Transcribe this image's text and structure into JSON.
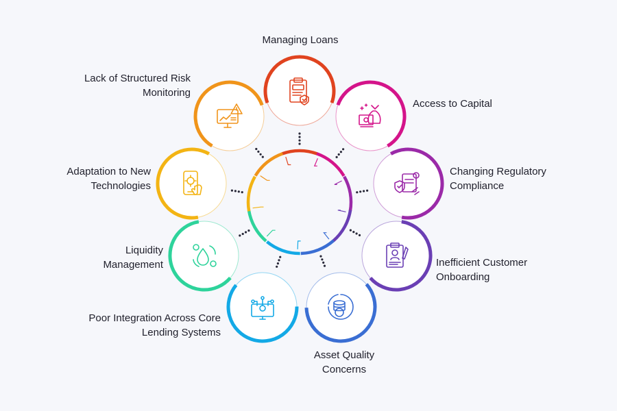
{
  "diagram": {
    "items": [
      {
        "id": "managing-loans",
        "lines": [
          "Managing Loans"
        ],
        "color": "#e0431f",
        "icon": "loan-document-icon"
      },
      {
        "id": "access-to-capital",
        "lines": [
          "Access to Capital"
        ],
        "color": "#d4148a",
        "icon": "money-bag-icon"
      },
      {
        "id": "changing-regulatory-compliance",
        "lines": [
          "Changing Regulatory",
          "Compliance"
        ],
        "color": "#9b2aa8",
        "icon": "compliance-shield-gear-icon"
      },
      {
        "id": "inefficient-customer-onboarding",
        "lines": [
          "Inefficient Customer",
          "Onboarding"
        ],
        "color": "#6a3fb4",
        "icon": "clipboard-profile-icon"
      },
      {
        "id": "asset-quality-concerns",
        "lines": [
          "Asset Quality",
          "Concerns"
        ],
        "color": "#3a6ed3",
        "icon": "coin-pie-chart-icon"
      },
      {
        "id": "poor-integration",
        "lines": [
          "Poor Integration Across Core",
          "Lending Systems"
        ],
        "color": "#13a9e6",
        "icon": "monitor-network-icon"
      },
      {
        "id": "liquidity-management",
        "lines": [
          "Liquidity",
          "Management"
        ],
        "color": "#2ed39b",
        "icon": "dollar-drop-gears-icon"
      },
      {
        "id": "adaptation-new-tech",
        "lines": [
          "Adaptation to New",
          "Technologies"
        ],
        "color": "#f3b414",
        "icon": "phone-touch-gear-icon"
      },
      {
        "id": "lack-of-risk-monitoring",
        "lines": [
          "Lack of Structured Risk",
          "Monitoring"
        ],
        "color": "#f0941a",
        "icon": "monitor-warning-icon"
      }
    ]
  }
}
